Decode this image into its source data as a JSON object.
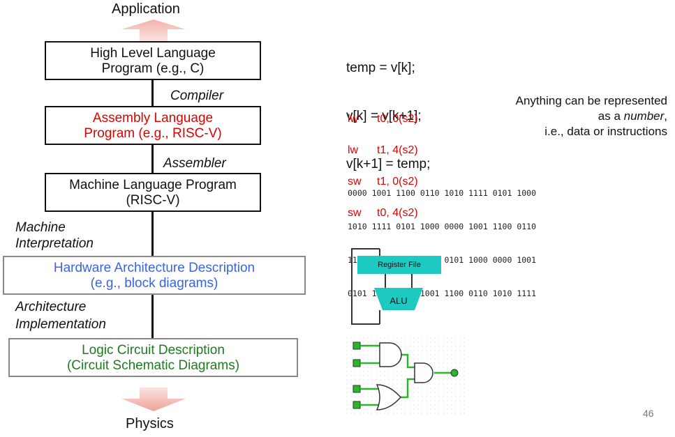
{
  "top_label": "Application",
  "bottom_label": "Physics",
  "levels": [
    {
      "line1": "High Level Language",
      "line2": "Program (e.g., C)",
      "color": "#111111"
    },
    {
      "line1": "Assembly Language",
      "line2": "Program (e.g., RISC-V)",
      "color": "#e00000"
    },
    {
      "line1": "Machine Language Program",
      "line2": "(RISC-V)",
      "color": "#111111"
    },
    {
      "line1": "Hardware Architecture Description",
      "line2": "(e.g., block diagrams)",
      "color": "#3b63e6"
    },
    {
      "line1": "Logic Circuit Description",
      "line2": "(Circuit Schematic Diagrams)",
      "color": "#1f7a1f"
    }
  ],
  "transitions": {
    "compiler": "Compiler",
    "assembler": "Assembler",
    "machine_interp_1": "Machine",
    "machine_interp_2": "Interpretation",
    "arch_impl_1": "Architecture",
    "arch_impl_2": "Implementation"
  },
  "c_code": [
    "temp = v[k];",
    "v[k] = v[k+1];",
    "v[k+1] = temp;"
  ],
  "asm_code": [
    {
      "op": "lw",
      "args": "t0, 0(s2)"
    },
    {
      "op": "lw",
      "args": "t1, 4(s2)"
    },
    {
      "op": "sw",
      "args": "t1, 0(s2)"
    },
    {
      "op": "sw",
      "args": "t0, 4(s2)"
    }
  ],
  "note": {
    "line1": "Anything can be represented",
    "line2_prefix": "as a ",
    "line2_em": "number",
    "line2_suffix": ",",
    "line3": "i.e., data or instructions"
  },
  "binary": [
    "0000 1001 1100 0110 1010 1111 0101 1000",
    "1010 1111 0101 1000 0000 1001 1100 0110",
    "1100 0110 1010 1111 0101 1000 0000 1001",
    "0101 1000 0000 1001 1100 0110 1010 1111"
  ],
  "block_diagram": {
    "register_file": "Register File",
    "alu": "ALU",
    "accent": "#1ec9c1"
  },
  "page_number": "46"
}
